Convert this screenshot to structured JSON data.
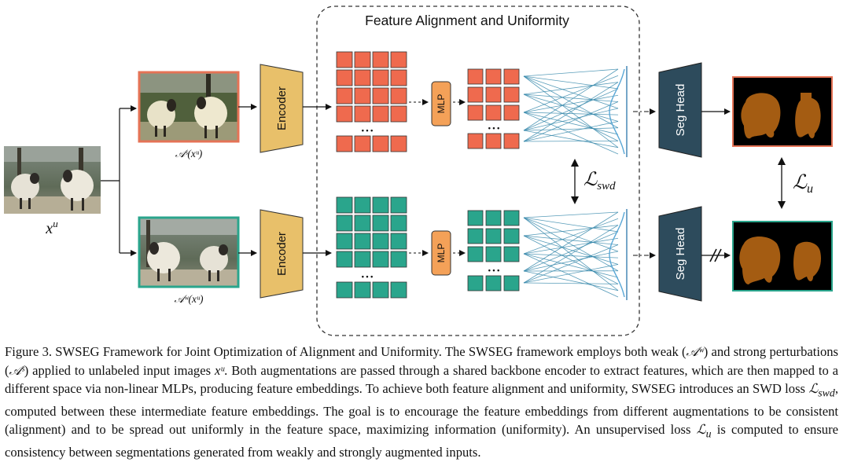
{
  "figure": {
    "region_title": "Feature Alignment and Uniformity",
    "input_label": "x",
    "input_label_sup": "u",
    "strong_aug_label": "𝒜ˢ(xᵘ)",
    "weak_aug_label": "𝒜ʷ(xᵘ)",
    "encoder_label": "Encoder",
    "mlp_label": "MLP",
    "seg_head_label": "Seg Head",
    "swd_loss_label": "ℒ",
    "swd_loss_sub": "swd",
    "u_loss_label": "ℒ",
    "u_loss_sub": "u",
    "ellipsis": "• • •",
    "colors": {
      "strong_feature": "#ef6a4e",
      "weak_feature": "#2aa58c",
      "encoder": "#e8c06a",
      "mlp": "#f4a158",
      "seg_head": "#2d4b5c",
      "strong_frame": "#e57356",
      "weak_frame": "#2aa58c",
      "connection": "#2f84a8"
    }
  },
  "caption": {
    "figure_number": "Figure 3.",
    "title_a": "SWS",
    "title_b": "EG",
    "title_rest": "Framework for Joint Optimization of Alignment and Uniformity.",
    "s1_a": "The SWS",
    "s1_b": "EG",
    "s1_c": "framework employs both weak (",
    "s1_weak": "𝒜ʷ",
    "s1_d": ") and strong perturbations (",
    "s1_strong": "𝒜ˢ",
    "s1_e": ") applied to unlabeled input images",
    "s1_x": "xᵘ",
    "s1_f": ". Both augmentations are passed through a shared backbone encoder to extract features, which are then mapped to a different space via non-linear MLPs, producing feature embeddings. To achieve both feature alignment and uniformity, SWS",
    "s2_b": "EG",
    "s2_c": "introduces an SWD loss",
    "s2_loss": "ℒ",
    "s2_loss_sub": "swd",
    "s2_d": ", computed between these intermediate feature embeddings. The goal is to encourage the feature embeddings from different augmentations to be consistent (alignment) and to be spread out uniformly in the feature space, maximizing information (uniformity). An unsupervised loss",
    "s3_loss": "ℒ",
    "s3_loss_sub": "u",
    "s3_d": "is computed to ensure consistency between segmentations generated from weakly and strongly augmented inputs."
  }
}
